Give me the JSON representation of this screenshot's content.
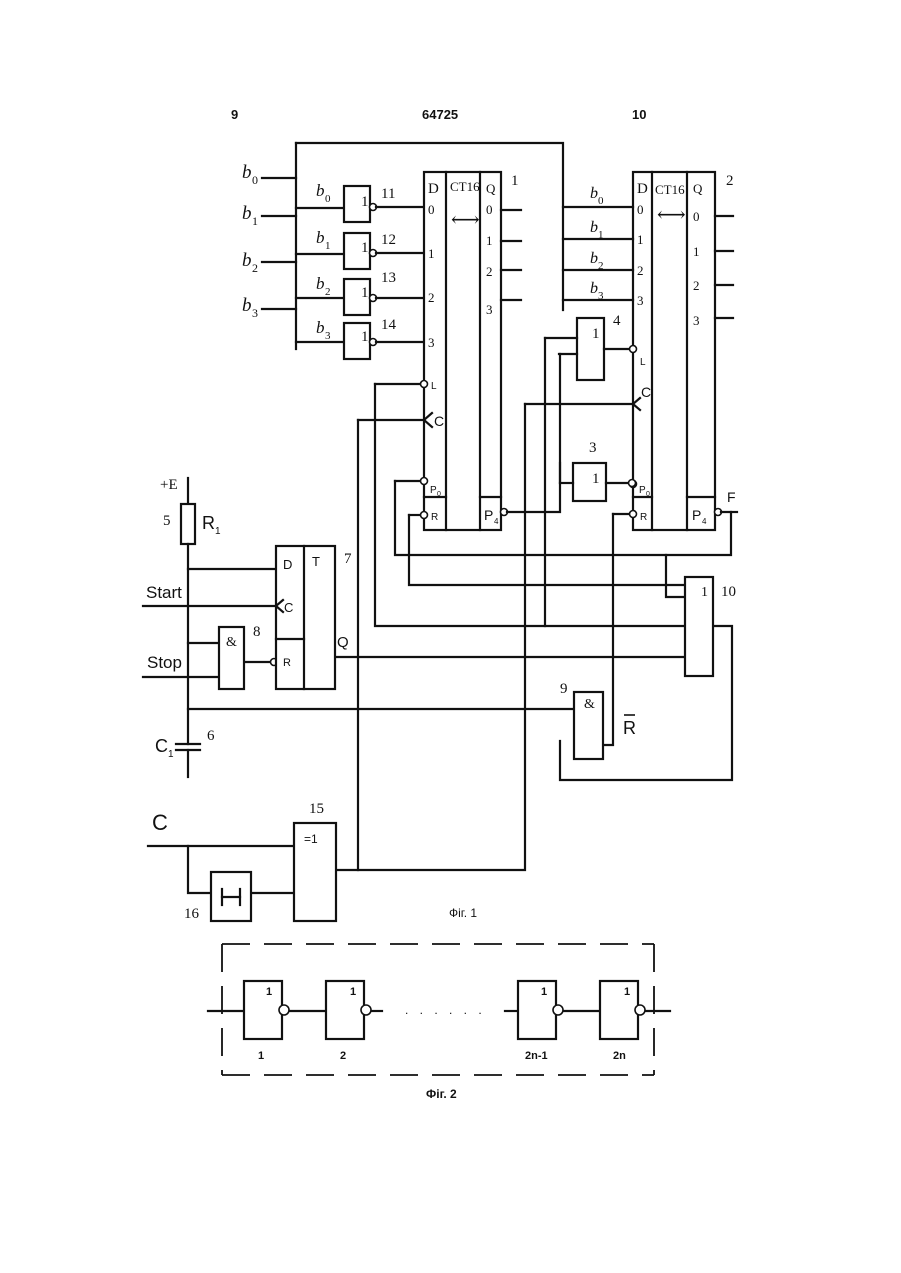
{
  "header": {
    "left_page": "9",
    "patent_number": "64725",
    "right_page": "10"
  },
  "fig1": {
    "caption": "Фіг. 1",
    "inputs": {
      "b0": "b",
      "b1": "b",
      "b2": "b",
      "b3": "b",
      "sub0": "0",
      "sub1": "1",
      "sub2": "2",
      "sub3": "3"
    },
    "counter1": {
      "number": "1",
      "type": "CT16",
      "arrow": "⟷",
      "d_label": "D",
      "q_label": "Q",
      "d_inputs": [
        "0",
        "1",
        "2",
        "3"
      ],
      "q_outputs": [
        "0",
        "1",
        "2",
        "3"
      ],
      "l_pin": "L",
      "c_pin": "C",
      "p0_pin": "P",
      "p0_sub": "0",
      "r_pin": "R",
      "p4_pin": "P",
      "p4_sub": "4"
    },
    "counter2": {
      "number": "2",
      "type": "CT16",
      "arrow": "⟷",
      "d_label": "D",
      "q_label": "Q",
      "d_inputs": [
        "0",
        "1",
        "2",
        "3"
      ],
      "q_outputs": [
        "0",
        "1",
        "2",
        "3"
      ],
      "l_pin": "L",
      "c_pin": "C",
      "p0_pin": "P",
      "p0_sub": "0",
      "r_pin": "R",
      "p4_pin": "P",
      "p4_sub": "4",
      "output_f": "F"
    },
    "inverters": [
      {
        "number": "11",
        "symbol": "1",
        "label": "b",
        "sub": "0"
      },
      {
        "number": "12",
        "symbol": "1",
        "label": "b",
        "sub": "1"
      },
      {
        "number": "13",
        "symbol": "1",
        "label": "b",
        "sub": "2"
      },
      {
        "number": "14",
        "symbol": "1",
        "label": "b",
        "sub": "3"
      }
    ],
    "counter2_inputs": [
      {
        "label": "b",
        "sub": "0"
      },
      {
        "label": "b",
        "sub": "1"
      },
      {
        "label": "b",
        "sub": "2"
      },
      {
        "label": "b",
        "sub": "3"
      }
    ],
    "gate3": {
      "number": "3",
      "symbol": "1"
    },
    "gate4": {
      "number": "4",
      "symbol": "1"
    },
    "gate8": {
      "number": "8",
      "symbol": "&"
    },
    "gate9": {
      "number": "9",
      "symbol": "&",
      "output": "R"
    },
    "gate10": {
      "number": "10",
      "symbol": "1"
    },
    "gate15": {
      "number": "15",
      "symbol": "=1"
    },
    "delay16": {
      "number": "16"
    },
    "trigger7": {
      "number": "7",
      "type": "T",
      "d": "D",
      "c": "C",
      "r": "R",
      "q": "Q"
    },
    "resistor5": {
      "number": "5",
      "label": "R",
      "sub": "1",
      "supply": "+E"
    },
    "capacitor6": {
      "number": "6",
      "label": "C",
      "sub": "1"
    },
    "signals": {
      "start": "Start",
      "stop": "Stop",
      "clock": "C"
    }
  },
  "fig2": {
    "caption": "Фіг. 2",
    "gates": [
      {
        "symbol": "1",
        "label": "1"
      },
      {
        "symbol": "1",
        "label": "2"
      },
      {
        "symbol": "1",
        "label": "2n-1"
      },
      {
        "symbol": "1",
        "label": "2n"
      }
    ],
    "ellipsis": ". . . . . ."
  }
}
